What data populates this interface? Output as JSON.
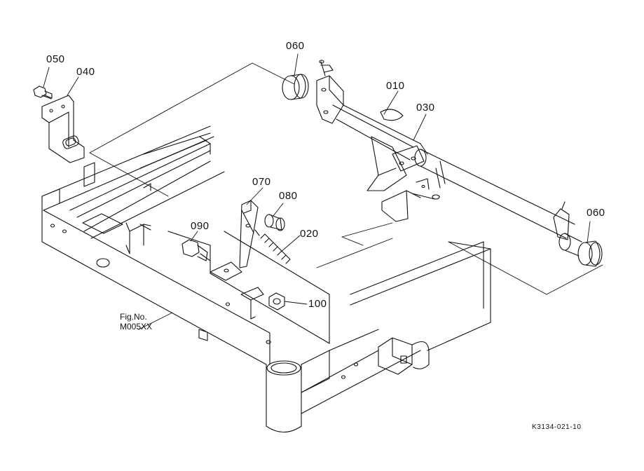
{
  "diagram": {
    "callouts": [
      {
        "id": "050",
        "label": "050"
      },
      {
        "id": "040",
        "label": "040"
      },
      {
        "id": "060a",
        "label": "060"
      },
      {
        "id": "010",
        "label": "010"
      },
      {
        "id": "030",
        "label": "030"
      },
      {
        "id": "070",
        "label": "070"
      },
      {
        "id": "080",
        "label": "080"
      },
      {
        "id": "090",
        "label": "090"
      },
      {
        "id": "020",
        "label": "020"
      },
      {
        "id": "060b",
        "label": "060"
      },
      {
        "id": "100",
        "label": "100"
      }
    ],
    "fig_ref": {
      "line1": "Fig.No.",
      "line2": "M005XX"
    },
    "drawing_code": "K3134-021-10",
    "colors": {
      "ink": "#111111",
      "background": "#ffffff"
    }
  }
}
